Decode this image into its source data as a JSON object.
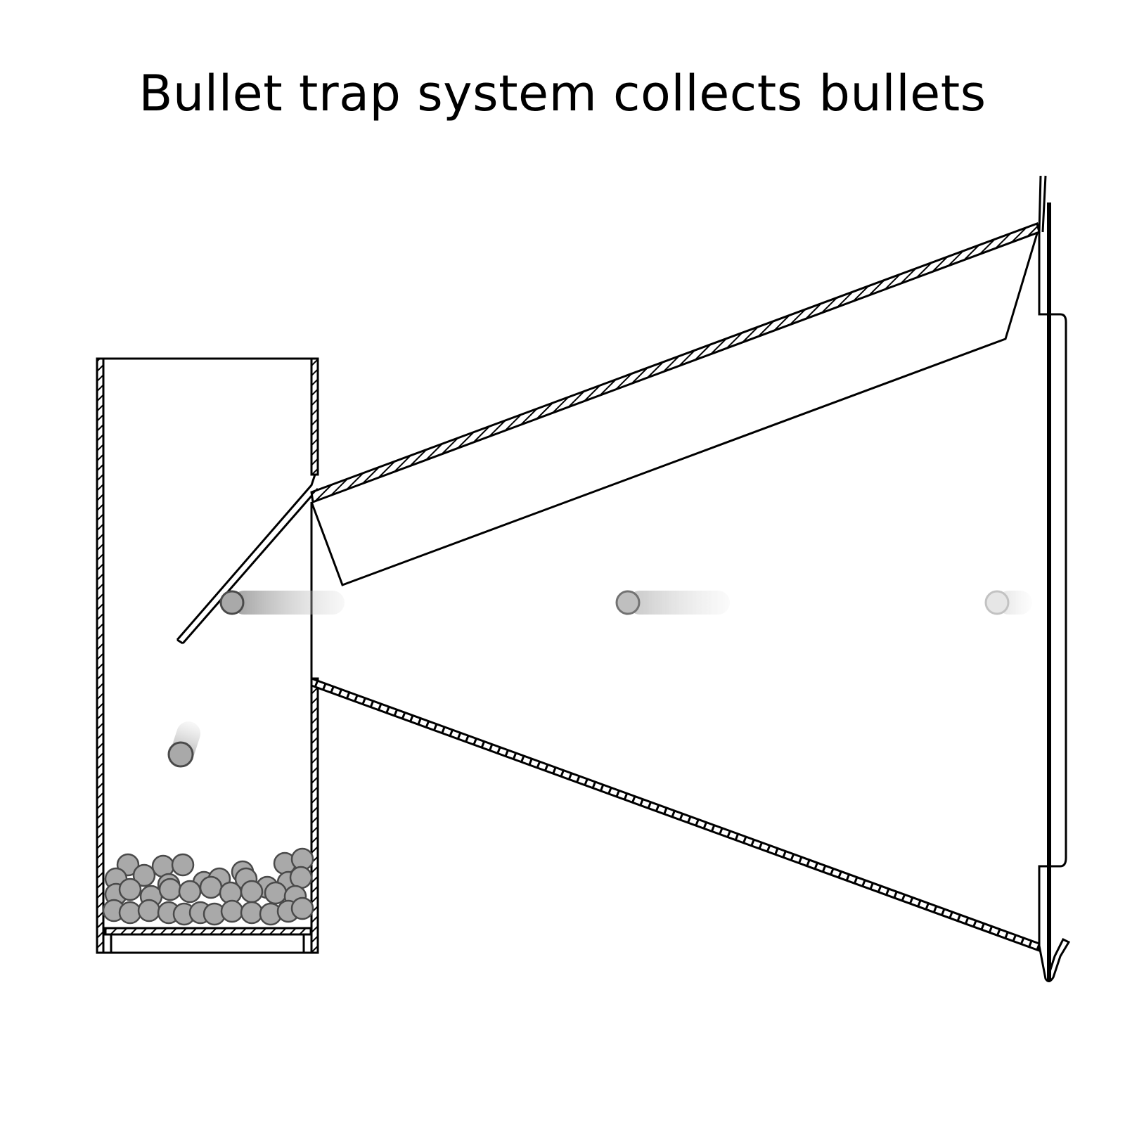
{
  "title": "Bullet trap system collects bullets",
  "colors": {
    "stroke": "#000000",
    "bullet_fill": "#a9a9a9",
    "bullet_stroke": "#4a4a4a",
    "background": "#ffffff"
  },
  "components": [
    "collection-bin",
    "collected-bullets",
    "deflector-plate",
    "upper-funnel-wall",
    "lower-funnel-wall",
    "inner-baffle",
    "mounting-frame",
    "bullets-in-flight",
    "falling-bullet"
  ]
}
